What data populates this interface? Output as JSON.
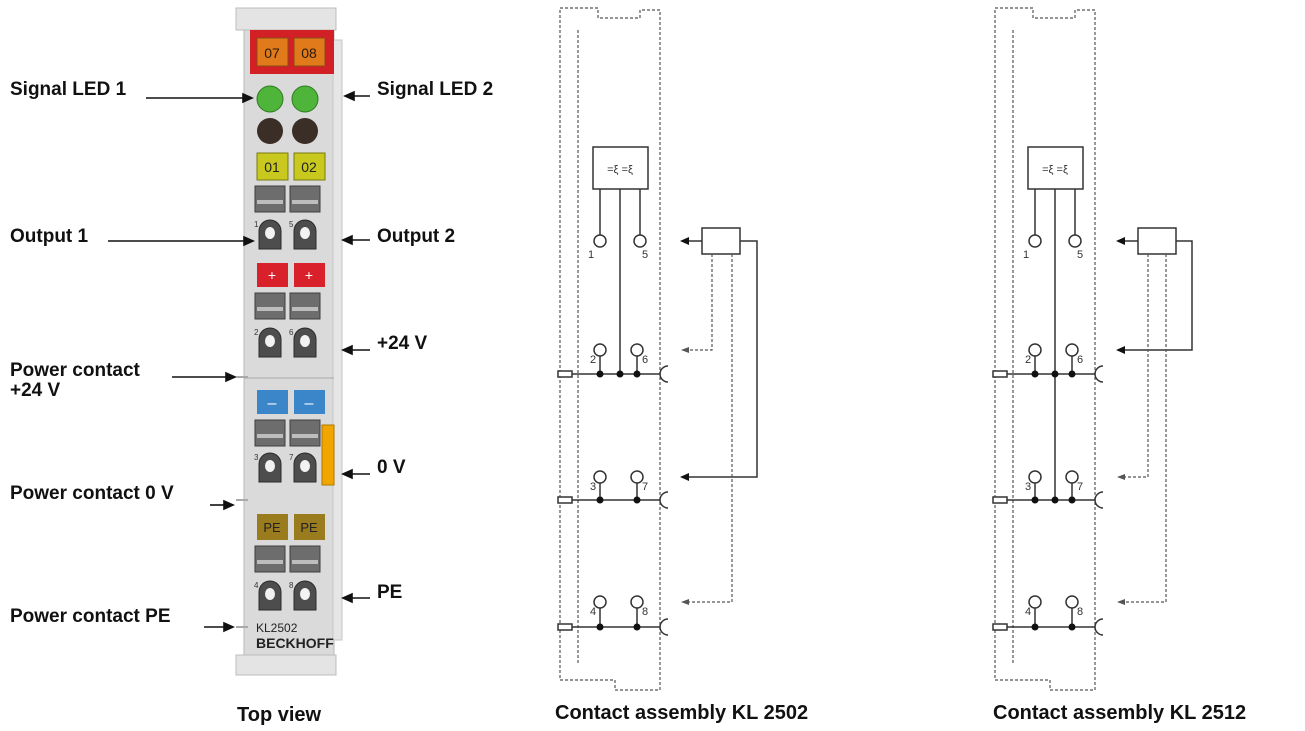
{
  "terminal": {
    "top_channels": [
      "07",
      "08"
    ],
    "mid_channels": [
      "01",
      "02"
    ],
    "plus_symbol": "+",
    "minus_symbol": "–",
    "pe_labels": [
      "PE",
      "PE"
    ],
    "pin_numbers": [
      "1",
      "5",
      "2",
      "6",
      "3",
      "7",
      "4",
      "8"
    ],
    "model": "KL2502",
    "brand": "BECKHOFF"
  },
  "labels": {
    "signal_led_1": "Signal LED 1",
    "signal_led_2": "Signal LED 2",
    "output_1": "Output 1",
    "output_2": "Output 2",
    "plus24v": "+24 V",
    "power_contact_24v_line1": "Power contact",
    "power_contact_24v_line2": "+24 V",
    "zero_v": "0 V",
    "power_contact_0v": "Power contact 0 V",
    "pe": "PE",
    "power_contact_pe": "Power contact PE"
  },
  "captions": {
    "top_view": "Top view",
    "kl2502": "Contact assembly KL 2502",
    "kl2512": "Contact assembly KL 2512"
  },
  "schematic": {
    "pin_labels": [
      "1",
      "5",
      "2",
      "6",
      "3",
      "7",
      "4",
      "8"
    ]
  },
  "colors": {
    "top_label_red": "#d32027",
    "channel_orange": "#e07a1b",
    "led_green": "#4fb43a",
    "led_dark": "#3a2e26",
    "channel_yellow": "#c8c81e",
    "plus_red": "#d8212a",
    "minus_blue": "#3a86c8",
    "pe_olive": "#9a7b1e",
    "side_orange": "#f0a500",
    "housing": "#d9d9d9"
  }
}
